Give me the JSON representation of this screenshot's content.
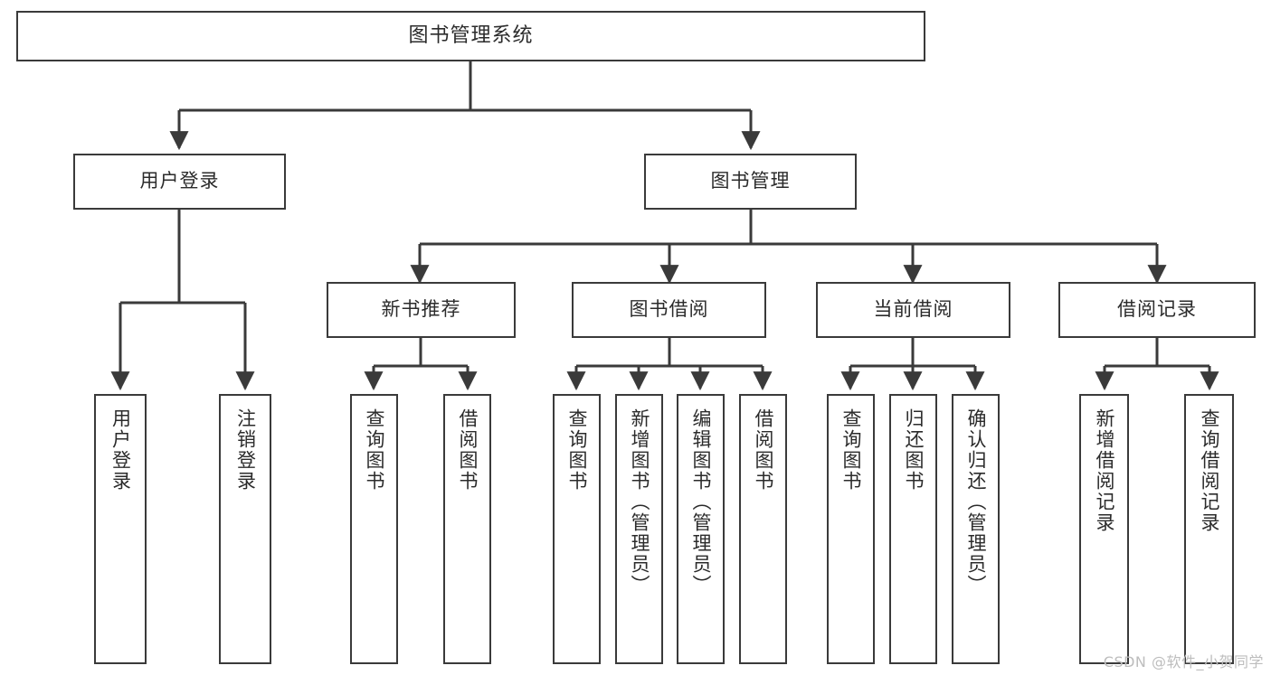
{
  "diagram": {
    "title": "图书管理系统",
    "watermark": "CSDN @软件_小贺同学",
    "stroke_color": "#3a3a3a",
    "text_color": "#2b2b2b",
    "background": "#ffffff",
    "nodes": {
      "root": {
        "label": "图书管理系统"
      },
      "level2": [
        {
          "id": "user-login",
          "label": "用户登录"
        },
        {
          "id": "book-manage",
          "label": "图书管理"
        }
      ],
      "level3": [
        {
          "id": "new-book-recommend",
          "label": "新书推荐"
        },
        {
          "id": "book-borrow",
          "label": "图书借阅"
        },
        {
          "id": "current-borrow",
          "label": "当前借阅"
        },
        {
          "id": "borrow-record",
          "label": "借阅记录"
        }
      ],
      "leaves": {
        "user-login": [
          {
            "id": "leaf-user-login",
            "label": "用户登录"
          },
          {
            "id": "leaf-logout-login",
            "label": "注销登录"
          }
        ],
        "new-book-recommend": [
          {
            "id": "leaf-query-book-1",
            "label": "查询图书"
          },
          {
            "id": "leaf-borrow-book-1",
            "label": "借阅图书"
          }
        ],
        "book-borrow": [
          {
            "id": "leaf-query-book-2",
            "label": "查询图书"
          },
          {
            "id": "leaf-add-book-admin",
            "label": "新增图书（管理员）"
          },
          {
            "id": "leaf-edit-book-admin",
            "label": "编辑图书（管理员）"
          },
          {
            "id": "leaf-borrow-book-2",
            "label": "借阅图书"
          }
        ],
        "current-borrow": [
          {
            "id": "leaf-query-book-3",
            "label": "查询图书"
          },
          {
            "id": "leaf-return-book",
            "label": "归还图书"
          },
          {
            "id": "leaf-confirm-return-admin",
            "label": "确认归还（管理员）"
          }
        ],
        "borrow-record": [
          {
            "id": "leaf-add-borrow-record",
            "label": "新增借阅记录"
          },
          {
            "id": "leaf-query-borrow-record",
            "label": "查询借阅记录"
          }
        ]
      }
    }
  }
}
